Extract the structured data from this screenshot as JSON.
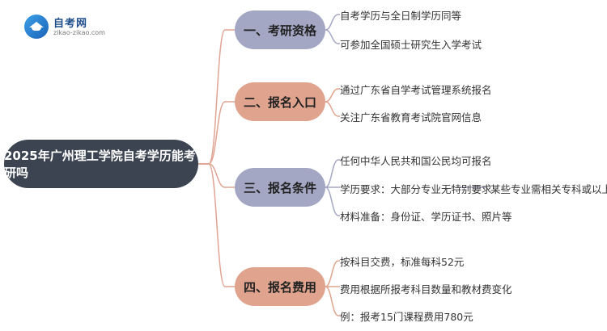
{
  "logo": {
    "title": "自考网",
    "subtitle": "zikao-zikao.com"
  },
  "root": {
    "label": "2025年广州理工学院自考学历能考研吗"
  },
  "branches": [
    {
      "label": "一、考研资格",
      "leaves": [
        "自考学历与全日制学历同等",
        "可参加全国硕士研究生入学考试"
      ]
    },
    {
      "label": "二、报名入口",
      "leaves": [
        "通过广东省自学考试管理系统报名",
        "关注广东省教育考试院官网信息"
      ]
    },
    {
      "label": "三、报名条件",
      "leaves": [
        "任何中华人民共和国公民均可报名",
        "学历要求：大部分专业无特别要求",
        "材料准备：身份证、学历证书、照片等"
      ],
      "sub_leaf": "某些专业需相关专科或以上学历"
    },
    {
      "label": "四、报名费用",
      "leaves": [
        "按科目交费，标准每科52元",
        "费用根据所报考科目数量和教材费变化",
        "例：报考15门课程费用780元"
      ]
    }
  ],
  "colors": {
    "root": "#3c4452",
    "branch_purple": "#a3a7c4",
    "branch_orange": "#dfa38e",
    "line_root": "#e0a494",
    "line_purple": "#a3a7c4",
    "line_orange": "#dfa38e"
  }
}
